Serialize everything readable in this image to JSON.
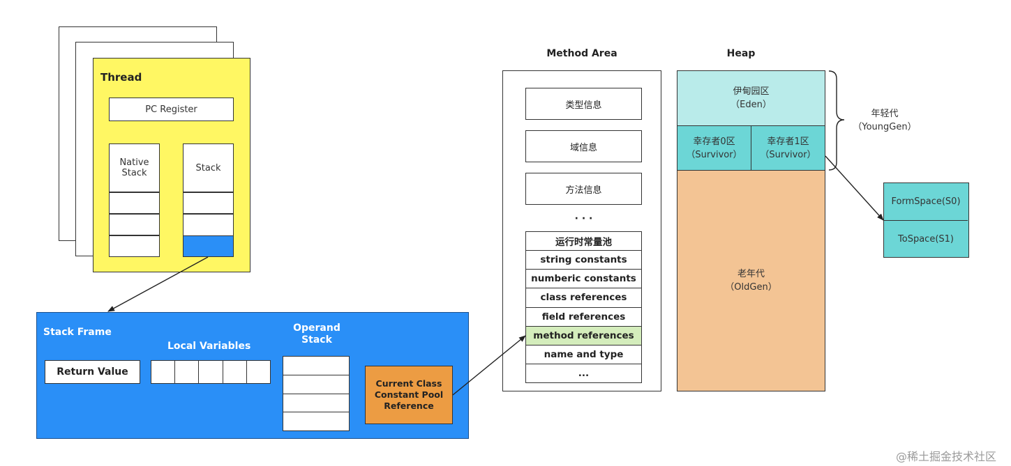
{
  "thread": {
    "title": "Thread",
    "pc_register": "PC Register",
    "native_stack": "Native\nStack",
    "stack": "Stack"
  },
  "stack_frame": {
    "title": "Stack Frame",
    "return_value": "Return Value",
    "local_variables": "Local Variables",
    "operand_stack": "Operand\nStack",
    "current_class_ref": "Current Class\nConstant Pool\nReference"
  },
  "method_area": {
    "title": "Method Area",
    "type_info": "类型信息",
    "field_info": "域信息",
    "method_info": "方法信息",
    "ellipsis": "· · ·",
    "pool_rows": [
      "运行时常量池",
      "string constants",
      "numberic constants",
      "class references",
      "field references",
      "method references",
      "name and type",
      "..."
    ]
  },
  "heap": {
    "title": "Heap",
    "eden": "伊甸园区\n（Eden）",
    "survivor0": "幸存者0区\n（Survivor）",
    "survivor1": "幸存者1区\n（Survivor）",
    "old": "老年代\n（OldGen）",
    "young_label": "年轻代\n（YoungGen）",
    "from_space": "FormSpace(S0)",
    "to_space": "ToSpace(S1)"
  },
  "watermark": "@稀土掘金技术社区",
  "colors": {
    "thread_bg": "#fff763",
    "blue_cell": "#2a8ff7",
    "frame_bg": "#2a8ff7",
    "orange": "#ec9c43",
    "method_ref_bg": "#d4edbc",
    "eden_bg": "#b9ebea",
    "survivor_bg": "#6cd6d6",
    "old_bg": "#f3c494"
  }
}
